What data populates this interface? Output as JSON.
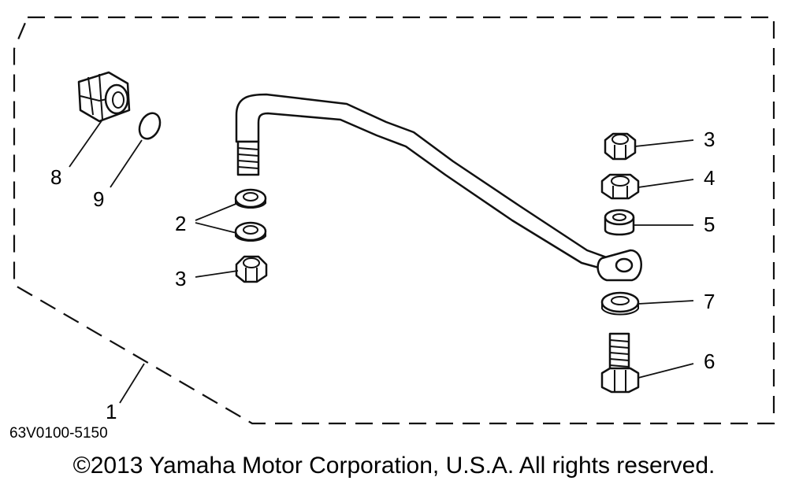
{
  "callouts": {
    "c1": "1",
    "c2": "2",
    "c3_left": "3",
    "c3_right": "3",
    "c4": "4",
    "c5": "5",
    "c6": "6",
    "c7": "7",
    "c8": "8",
    "c9": "9"
  },
  "footer": {
    "drawing_code": "63V0100-5150",
    "copyright": "©2013 Yamaha Motor Corporation, U.S.A. All rights reserved."
  }
}
